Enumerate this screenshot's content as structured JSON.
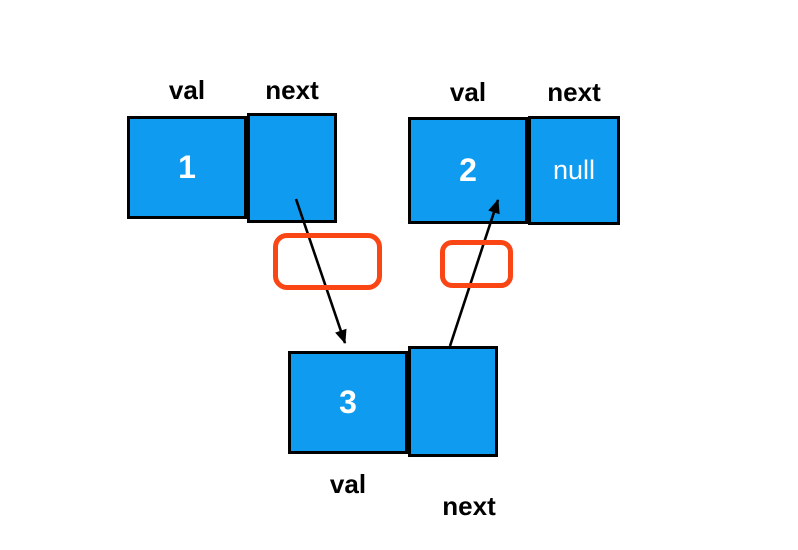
{
  "diagram": {
    "type": "linked-list",
    "colors": {
      "cell_fill": "#0F9BF0",
      "cell_border": "#000000",
      "cell_text": "#FFFFFF",
      "label_text": "#000000",
      "arrow": "#000000",
      "highlight_stroke": "#FA4515"
    },
    "nodes": [
      {
        "id": "node-1",
        "val_label": "val",
        "next_label": "next",
        "val": "1",
        "next": "",
        "labels_position": "above"
      },
      {
        "id": "node-2",
        "val_label": "val",
        "next_label": "next",
        "val": "2",
        "next": "null",
        "labels_position": "above"
      },
      {
        "id": "node-3",
        "val_label": "val",
        "next_label": "next",
        "val": "3",
        "next": "",
        "labels_position": "below"
      }
    ],
    "edges": [
      {
        "from": "node-1.next",
        "to": "node-3.val",
        "direction": "down-right",
        "passes_through_highlight": true
      },
      {
        "from": "node-3.next",
        "to": "node-2.val",
        "direction": "up-right",
        "passes_through_highlight": true
      }
    ],
    "highlights": [
      {
        "id": "highlight-left",
        "shape": "rounded-rect",
        "over": "edge node-1 to node-3"
      },
      {
        "id": "highlight-right",
        "shape": "rounded-rect",
        "over": "edge node-3 to node-2"
      }
    ]
  }
}
